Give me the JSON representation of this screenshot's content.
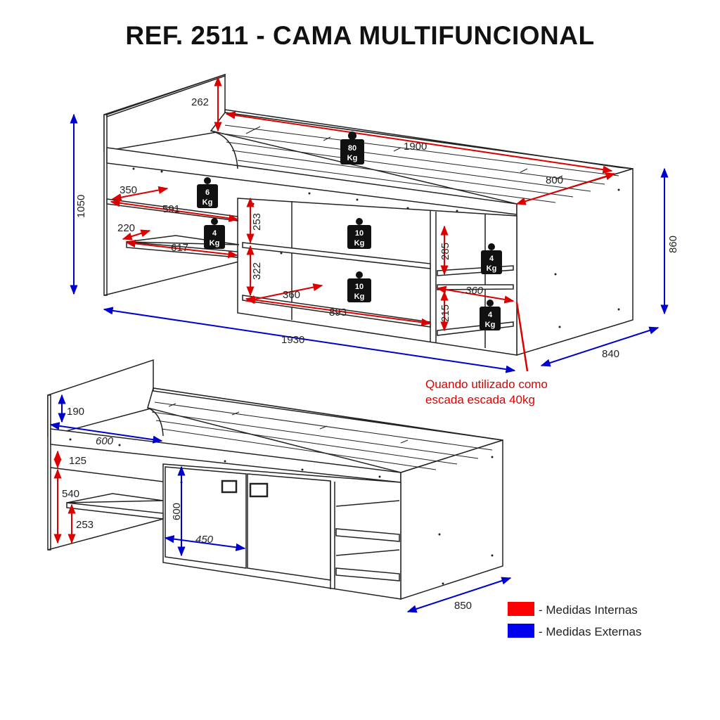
{
  "title": "REF. 2511 -  CAMA MULTIFUNCIONAL",
  "top_view": {
    "dims": {
      "headboard_h": "262",
      "bed_length_int": "1900",
      "bed_width_int": "800",
      "total_height": "1050",
      "total_width": "1930",
      "depth": "840",
      "right_height": "860",
      "desk_top_depth": "350",
      "desk_top_width": "591",
      "shelf_depth": "220",
      "shelf_width": "617",
      "niche_h1": "253",
      "niche_h2": "322",
      "niche_depth": "360",
      "niche_width": "893",
      "side_h1": "285",
      "side_depth": "360",
      "side_h2": "215"
    },
    "weights": {
      "bed": {
        "num": "80",
        "unit": "Kg"
      },
      "desk": {
        "num": "6",
        "unit": "Kg"
      },
      "shelf": {
        "num": "4",
        "unit": "Kg"
      },
      "niche_top": {
        "num": "10",
        "unit": "Kg"
      },
      "niche_bottom": {
        "num": "10",
        "unit": "Kg"
      },
      "side_top": {
        "num": "4",
        "unit": "Kg"
      },
      "side_bottom": {
        "num": "4",
        "unit": "Kg"
      }
    },
    "note_line1": "Quando utilizado como",
    "note_line2": "escada escada 40kg"
  },
  "bottom_view": {
    "dims": {
      "headboard_h": "190",
      "width_600": "600",
      "h_125": "125",
      "h_540": "540",
      "h_253": "253",
      "door_h": "600",
      "door_w": "450",
      "depth": "850"
    }
  },
  "legend": {
    "internal": "- Medidas Internas",
    "external": "- Medidas Externas",
    "internal_color": "#ff0000",
    "external_color": "#0000ee"
  },
  "colors": {
    "internal": "#dd0000",
    "external": "#0000cc",
    "line": "#222222",
    "weight": "#111111"
  }
}
